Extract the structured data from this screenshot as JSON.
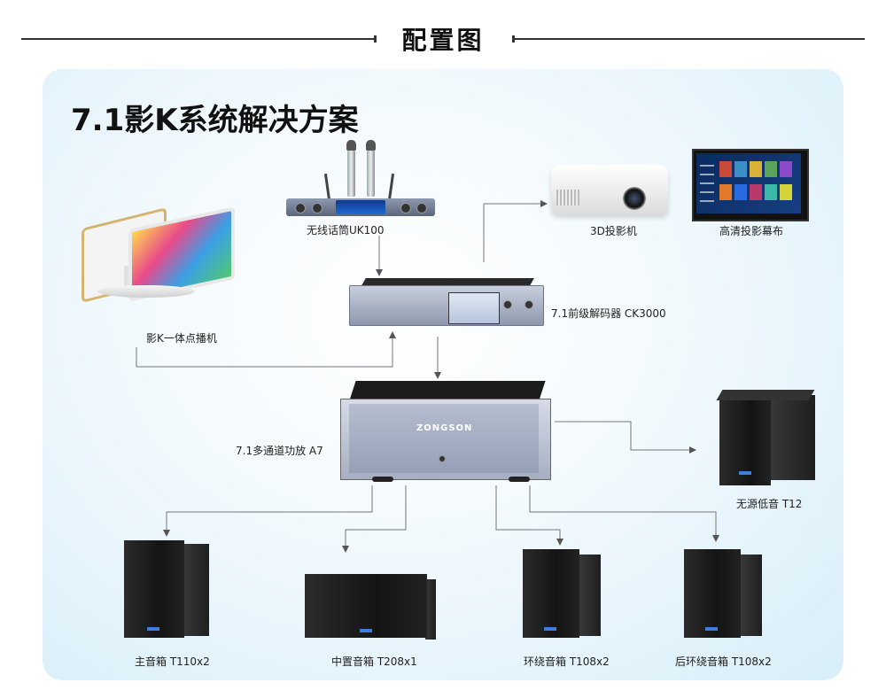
{
  "header": {
    "title": "配置图"
  },
  "panel": {
    "title": "7.1影K系统解决方案"
  },
  "devices": {
    "mic": {
      "label": "无线话筒UK100"
    },
    "kiosk": {
      "label": "影K一体点播机"
    },
    "projector": {
      "label": "3D投影机"
    },
    "screen": {
      "label": "高清投影幕布"
    },
    "preamp": {
      "label": "7.1前级解码器 CK3000"
    },
    "amplifier": {
      "label": "7.1多通道功放 A7",
      "brand": "ZONGSON"
    },
    "subwoofer": {
      "label": "无源低音 T12"
    },
    "main_speaker": {
      "label": "主音箱 T110x2"
    },
    "center_speaker": {
      "label": "中置音箱 T208x1"
    },
    "surround_speaker": {
      "label": "环绕音箱 T108x2"
    },
    "rear_surround_speaker": {
      "label": "后环绕音箱 T108x2"
    }
  },
  "colors": {
    "line": "#555555",
    "panel": "#e3f2fa",
    "accent_badge": "#3d7de0"
  }
}
